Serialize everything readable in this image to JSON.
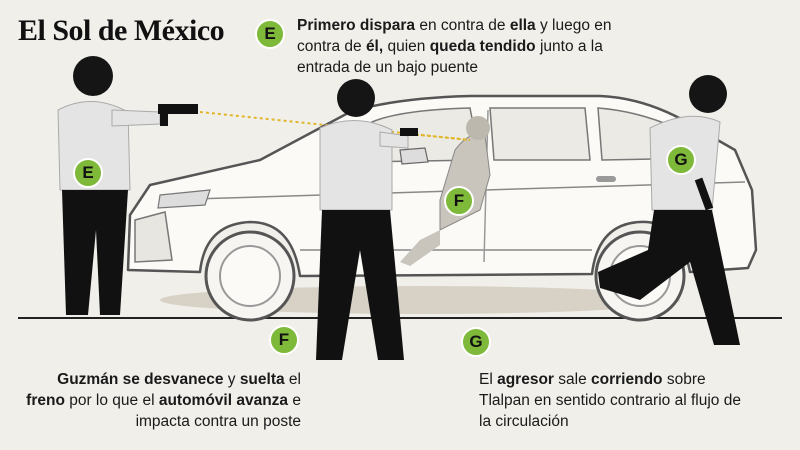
{
  "brand": {
    "logo_text": "El Sol de México"
  },
  "badges": {
    "e1": "E",
    "e2": "E",
    "f1": "F",
    "f2": "F",
    "g1": "G",
    "g2": "G"
  },
  "caption_e": {
    "p1": "Primero dispara",
    "p2": " en contra de ",
    "p3": "ella",
    "p4": " y luego en contra de ",
    "p5": "él,",
    "p6": " quien ",
    "p7": "queda tendido",
    "p8": " junto a la entrada de un bajo puente"
  },
  "caption_f": {
    "p1": "Guzmán se desvanece",
    "p2": " y ",
    "p3": "suelta",
    "p4": " el ",
    "p5": "freno",
    "p6": " por lo que el ",
    "p7": "automóvil avanza",
    "p8": " e impacta contra un poste"
  },
  "caption_g": {
    "p1": "El ",
    "p2": "agresor",
    "p3": " sale ",
    "p4": "corriendo",
    "p5": " sobre Tlalpan en sentido contrario al flujo de la circulación"
  },
  "colors": {
    "badge": "#7fb93a",
    "background": "#f1efea",
    "text": "#1a1a1a",
    "shot_line": "#e0b62a"
  }
}
